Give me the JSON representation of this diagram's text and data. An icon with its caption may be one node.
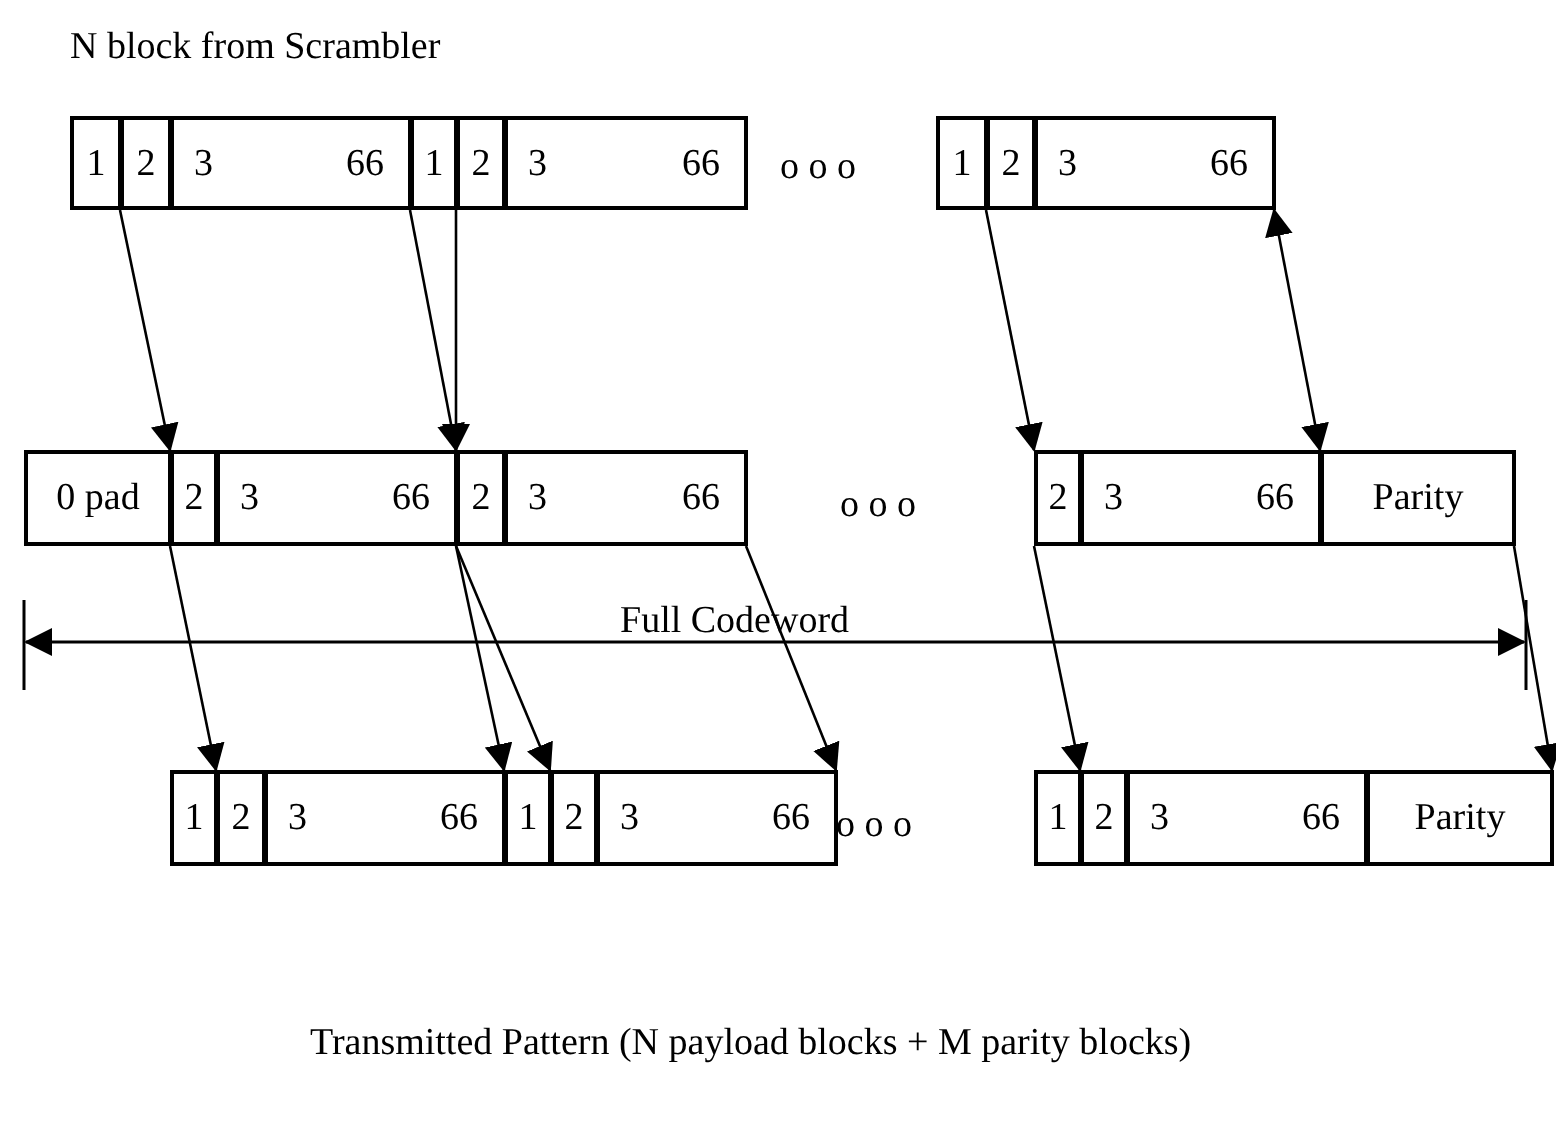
{
  "diagram": {
    "title": "N block from Scrambler",
    "caption": "Transmitted Pattern (N payload blocks + M parity blocks)",
    "nodes": [
      {
        "text": [
          "1"
        ]
      },
      {
        "text": [
          "2"
        ]
      },
      {
        "text": [
          "3",
          "66"
        ]
      },
      {
        "text": [
          "1"
        ]
      },
      {
        "text": [
          "2"
        ]
      },
      {
        "text": [
          "3",
          "66"
        ]
      },
      {
        "text": [
          "1"
        ]
      },
      {
        "text": [
          "2"
        ]
      },
      {
        "text": [
          "3",
          "66"
        ]
      },
      {
        "text": [
          "0 pad"
        ]
      },
      {
        "text": [
          "2"
        ]
      },
      {
        "text": [
          "3",
          "66"
        ]
      },
      {
        "text": [
          "2"
        ]
      },
      {
        "text": [
          "3",
          "66"
        ]
      },
      {
        "text": [
          "2"
        ]
      },
      {
        "text": [
          "3",
          "66"
        ]
      },
      {
        "text": [
          "Parity"
        ]
      },
      {
        "text": [
          "1"
        ]
      },
      {
        "text": [
          "2"
        ]
      },
      {
        "text": [
          "3",
          "66"
        ]
      },
      {
        "text": [
          "1"
        ]
      },
      {
        "text": [
          "2"
        ]
      },
      {
        "text": [
          "3",
          "66"
        ]
      },
      {
        "text": [
          "1"
        ]
      },
      {
        "text": [
          "2"
        ]
      },
      {
        "text": [
          "3",
          "66"
        ]
      },
      {
        "text": [
          "Parity"
        ]
      }
    ],
    "edges": [
      {
        "from": 1,
        "to": 10,
        "arrow": "to"
      },
      {
        "from": 3,
        "to": 12,
        "arrow": "to"
      },
      {
        "from": 4,
        "to": 12,
        "arrow": "to"
      },
      {
        "from": 7,
        "to": 14,
        "arrow": "to"
      },
      {
        "from": 8,
        "to": 16,
        "arrow": "both"
      },
      {
        "from": 10,
        "to": 18,
        "arrow": "to"
      },
      {
        "from": 12,
        "to": 20,
        "arrow": "to"
      },
      {
        "from": 12,
        "to": 21,
        "arrow": "to"
      },
      {
        "from": 13,
        "to": 22,
        "arrow": "to"
      },
      {
        "from": 14,
        "to": 24,
        "arrow": "to"
      },
      {
        "from": 16,
        "to": 26,
        "arrow": "to"
      }
    ],
    "labels": [
      "o o o",
      "o o o",
      "Full Codeword",
      "o o o"
    ]
  }
}
